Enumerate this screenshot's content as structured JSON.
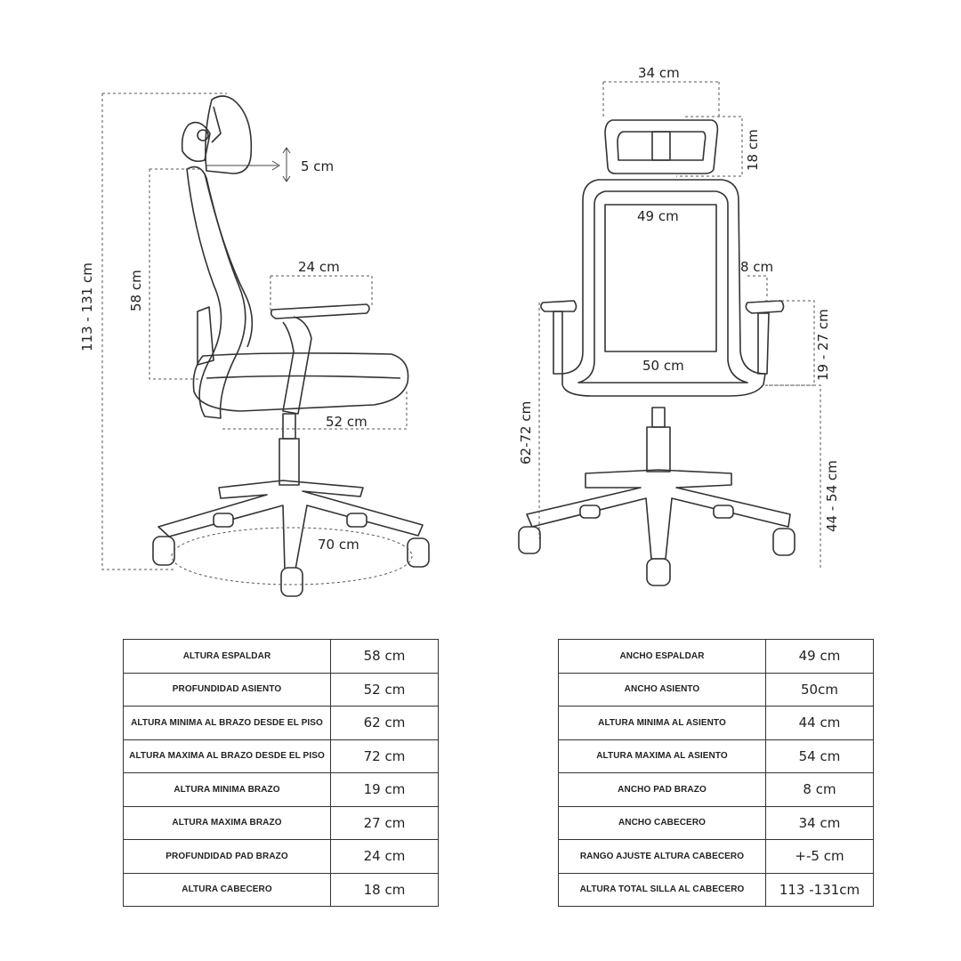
{
  "side_view": {
    "total_height": "113 - 131 cm",
    "back_height": "58 cm",
    "headrest_adjust": "5 cm",
    "arm_pad_depth": "24 cm",
    "seat_depth": "52 cm",
    "base_diameter": "70 cm"
  },
  "front_view": {
    "headrest_width": "34 cm",
    "headrest_height": "18 cm",
    "back_width": "49 cm",
    "arm_pad_width": "8 cm",
    "arm_height": "19 - 27 cm",
    "seat_width": "50 cm",
    "arm_floor_height": "62-72  cm",
    "seat_height": "44 - 54 cm"
  },
  "table_left": [
    {
      "label": "ALTURA ESPALDAR",
      "value": "58 cm"
    },
    {
      "label": "PROFUNDIDAD ASIENTO",
      "value": "52 cm"
    },
    {
      "label": "ALTURA MINIMA AL BRAZO DESDE EL PISO",
      "value": "62 cm"
    },
    {
      "label": "ALTURA MAXIMA  AL BRAZO DESDE EL PISO",
      "value": "72 cm"
    },
    {
      "label": "ALTURA MINIMA BRAZO",
      "value": "19 cm"
    },
    {
      "label": "ALTURA MAXIMA BRAZO",
      "value": "27 cm"
    },
    {
      "label": "PROFUNDIDAD PAD BRAZO",
      "value": "24 cm"
    },
    {
      "label": "ALTURA CABECERO",
      "value": "18 cm"
    }
  ],
  "table_right": [
    {
      "label": "ANCHO ESPALDAR",
      "value": "49 cm"
    },
    {
      "label": "ANCHO ASIENTO",
      "value": "50cm"
    },
    {
      "label": "ALTURA MINIMA AL ASIENTO",
      "value": "44 cm"
    },
    {
      "label": "ALTURA MAXIMA AL ASIENTO",
      "value": "54 cm"
    },
    {
      "label": "ANCHO PAD BRAZO",
      "value": "8 cm"
    },
    {
      "label": "ANCHO CABECERO",
      "value": "34 cm"
    },
    {
      "label": "RANGO AJUSTE ALTURA CABECERO",
      "value": "+-5 cm"
    },
    {
      "label": "ALTURA TOTAL SILLA AL CABECERO",
      "value": "113 -131cm"
    }
  ]
}
